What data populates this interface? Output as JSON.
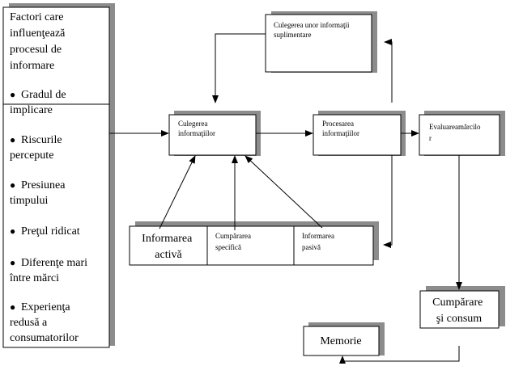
{
  "factors": {
    "title": [
      "Factori  care",
      "influenţează",
      "procesul de",
      "informare"
    ],
    "items": [
      [
        "Gradul de",
        "implicare"
      ],
      [
        "Riscurile",
        "percepute"
      ],
      [
        "Presiunea",
        "timpului"
      ],
      [
        "Preţul ridicat"
      ],
      [
        "Diferenţe mari",
        "între mărci"
      ],
      [
        "Experienţa",
        "redusă a",
        "consumatorilor"
      ]
    ],
    "bullet": "●"
  },
  "nodes": {
    "culegerea_suplimentare": [
      "Culegerea unor informaţii",
      "suplimentare"
    ],
    "culegerea": [
      "Culegerea",
      "informaţiilor"
    ],
    "procesarea": [
      "Procesarea",
      "informaţiilor"
    ],
    "evaluarea": [
      "Evaluareamărcilo",
      "r"
    ],
    "informarea_activa": [
      "Informarea",
      "activă"
    ],
    "cumpararea_specifica": [
      "Cumpărarea",
      "specifică"
    ],
    "informare_pasiva": [
      "Informarea",
      "pasivă"
    ],
    "cumparare_consum": [
      "Cumpărare",
      "şi consum"
    ],
    "memorie": [
      "Memorie"
    ]
  }
}
